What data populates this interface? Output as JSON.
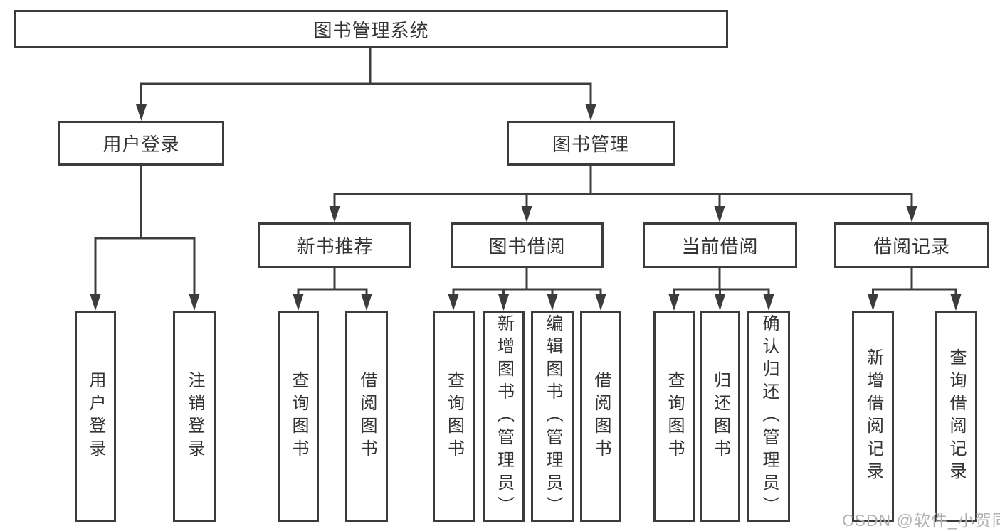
{
  "diagram": {
    "root": {
      "label": "图书管理系统"
    },
    "branches": [
      {
        "label": "用户登录",
        "children": [
          {
            "label": "用户登录"
          },
          {
            "label": "注销登录"
          }
        ]
      },
      {
        "label": "图书管理",
        "children": [
          {
            "label": "新书推荐",
            "children": [
              {
                "label": "查询图书"
              },
              {
                "label": "借阅图书"
              }
            ]
          },
          {
            "label": "图书借阅",
            "children": [
              {
                "label": "查询图书"
              },
              {
                "label": "新增图书（管理员）"
              },
              {
                "label": "编辑图书（管理员）"
              },
              {
                "label": "借阅图书"
              }
            ]
          },
          {
            "label": "当前借阅",
            "children": [
              {
                "label": "查询图书"
              },
              {
                "label": "归还图书"
              },
              {
                "label": "确认归还（管理员）"
              }
            ]
          },
          {
            "label": "借阅记录",
            "children": [
              {
                "label": "新增借阅记录"
              },
              {
                "label": "查询借阅记录"
              }
            ]
          }
        ]
      }
    ]
  },
  "colors": {
    "line": "#3c3c3c",
    "text": "#333333",
    "watermark": "#b2b2b2"
  },
  "watermark": "CSDN @软件_小贺同学"
}
